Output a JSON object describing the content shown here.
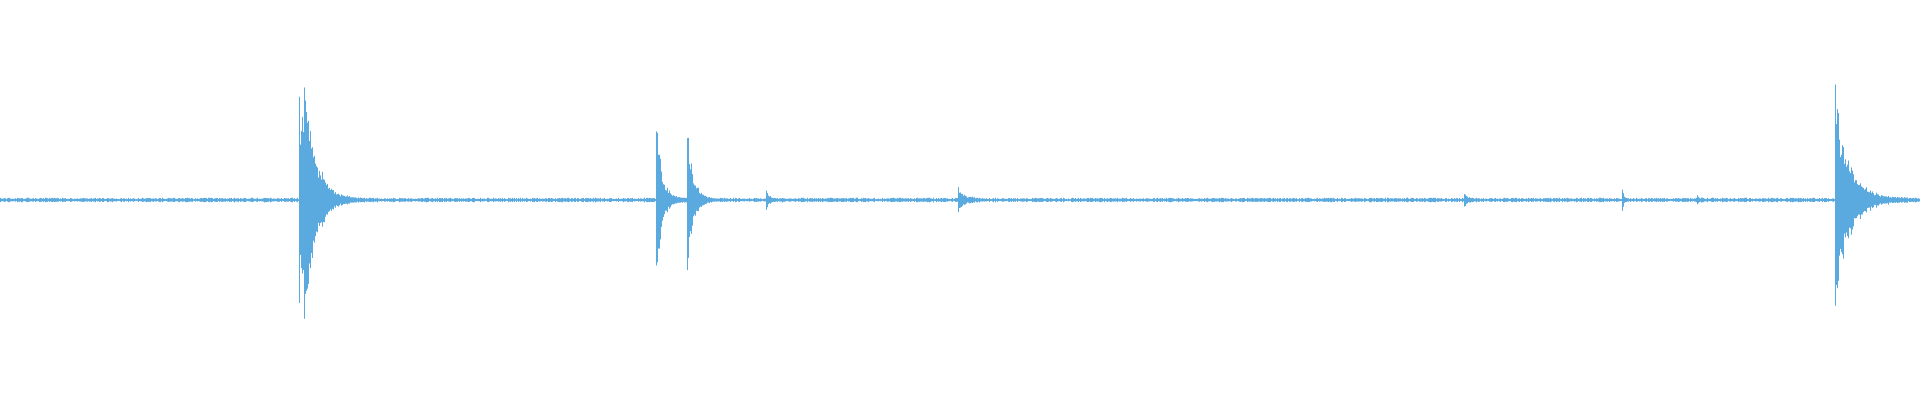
{
  "waveform": {
    "color": "#5aa9df",
    "duration_s": 1,
    "baseline_noise": 0.012,
    "transients": [
      {
        "t": 0.156,
        "amp": 0.52,
        "decay": 0.006
      },
      {
        "t": 0.1585,
        "amp": 0.38,
        "decay": 0.005
      },
      {
        "t": 0.342,
        "amp": 0.37,
        "decay": 0.003
      },
      {
        "t": 0.358,
        "amp": 0.35,
        "decay": 0.003
      },
      {
        "t": 0.399,
        "amp": 0.04,
        "decay": 0.0015
      },
      {
        "t": 0.499,
        "amp": 0.06,
        "decay": 0.003
      },
      {
        "t": 0.763,
        "amp": 0.025,
        "decay": 0.0015
      },
      {
        "t": 0.845,
        "amp": 0.05,
        "decay": 0.0006
      },
      {
        "t": 0.884,
        "amp": 0.012,
        "decay": 0.001
      },
      {
        "t": 0.956,
        "amp": 0.6,
        "decay": 0.007
      }
    ]
  }
}
